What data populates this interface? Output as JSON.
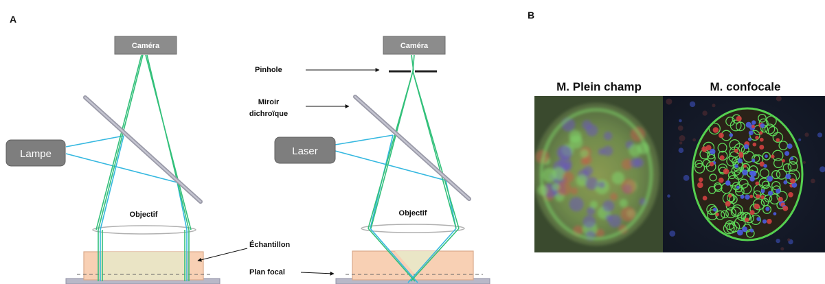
{
  "panels": {
    "a_letter": "A",
    "b_letter": "B"
  },
  "widefield": {
    "camera": "Caméra",
    "source": "Lampe",
    "objective": "Objectif",
    "sample": "Échantillon"
  },
  "confocal": {
    "camera": "Caméra",
    "pinhole": "Pinhole",
    "mirror_line1": "Miroir",
    "mirror_line2": "dichroïque",
    "source": "Laser",
    "objective": "Objectif",
    "focal_plane": "Plan focal"
  },
  "images": {
    "widefield_title": "M. Plein champ",
    "confocal_title": "M. confocale"
  },
  "colors": {
    "emission_green": "#33c07a",
    "excitation_cyan": "#35b8e0",
    "sample_fill": "#f8d0b4",
    "sample_stroke": "#d9a98a",
    "source_box": "#858585",
    "mirror": "#a8a8b4"
  }
}
